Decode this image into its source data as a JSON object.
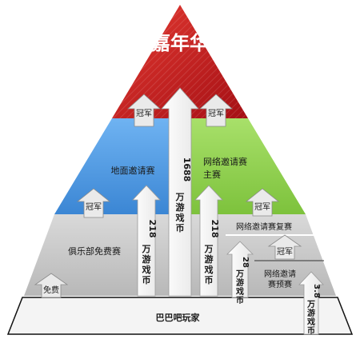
{
  "title": "嘉年华",
  "tiers": {
    "ground": "地面邀请赛",
    "online_main_1": "网络邀请赛",
    "online_main_2": "主赛",
    "club": "俱乐部免费赛",
    "online_rematch": "网络邀请赛复赛",
    "online_pre_1": "网络邀请",
    "online_pre_2": "赛预赛",
    "base": "巴巴吧玩家"
  },
  "badges": {
    "champion": "冠军",
    "free": "免费"
  },
  "prizes": {
    "p1688_num": "1688",
    "p1688_chars": [
      "万",
      "游",
      "戏",
      "币"
    ],
    "p218a_num": "218",
    "p218a_chars": [
      "万",
      "游",
      "戏",
      "币"
    ],
    "p218b_num": "218",
    "p218b_chars": [
      "万",
      "游",
      "戏",
      "币"
    ],
    "p28_num": "28",
    "p28_chars": [
      "万",
      "游",
      "戏",
      "币"
    ],
    "p38_num": "3.8",
    "p38_chars": [
      "万",
      "游",
      "戏",
      "币"
    ]
  },
  "colors": {
    "top_red": "#c8161d",
    "blue": "#4a9be8",
    "green": "#8fd14f",
    "gray": "#c9c9c9",
    "base_fill": "#f2f2f2"
  }
}
